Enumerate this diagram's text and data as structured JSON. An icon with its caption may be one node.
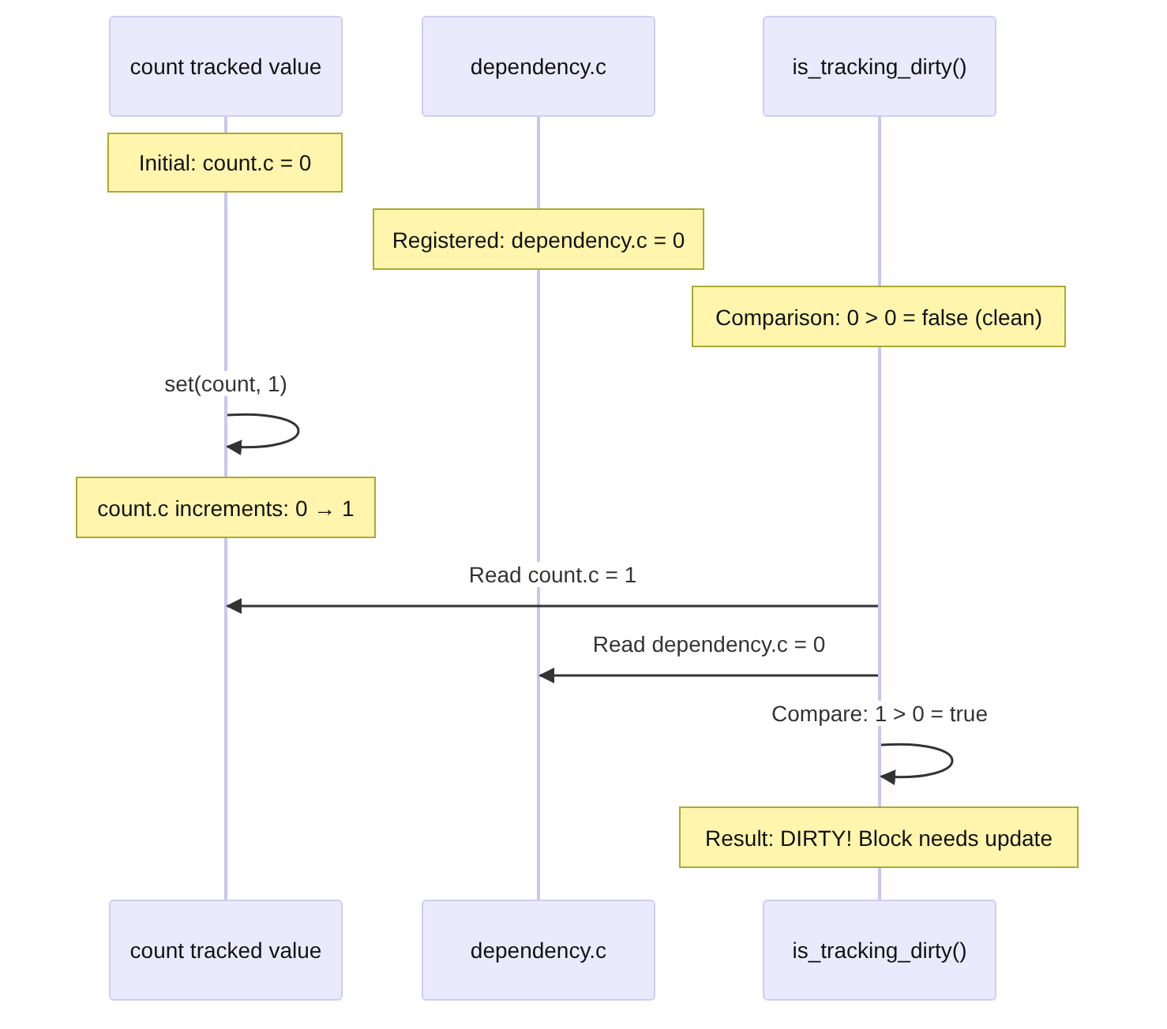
{
  "diagram": {
    "nodes": [
      {
        "text": [
          "count tracked value"
        ]
      },
      {
        "text": [
          "dependency.c"
        ]
      },
      {
        "text": [
          "is_tracking_dirty()"
        ]
      },
      {
        "text": [
          "Initial: count.c = 0"
        ]
      },
      {
        "text": [
          "Registered: dependency.c = 0"
        ]
      },
      {
        "text": [
          "Comparison: 0 > 0 = false (clean)"
        ]
      },
      {
        "text": [
          "count.c increments: 0 → 1"
        ]
      },
      {
        "text": [
          "Result: DIRTY! Block needs update"
        ]
      },
      {
        "text": [
          "count tracked value"
        ]
      },
      {
        "text": [
          "dependency.c"
        ]
      },
      {
        "text": [
          "is_tracking_dirty()"
        ]
      },
      {
        "text": [],
        "shape": "bar"
      },
      {
        "text": [],
        "shape": "bar"
      },
      {
        "text": [],
        "shape": "bar"
      },
      {
        "text": [],
        "shape": "bar"
      },
      {
        "text": [],
        "shape": "bar"
      },
      {
        "text": [],
        "shape": "bar"
      },
      {
        "text": [],
        "shape": "bar"
      },
      {
        "text": [],
        "shape": "bar"
      }
    ],
    "edges": [
      {
        "from": 12,
        "to": 12,
        "arrow": "to",
        "label": "set(count, 1)"
      },
      {
        "from": 17,
        "to": 13,
        "arrow": "to",
        "label": "Read count.c = 1"
      },
      {
        "from": 17,
        "to": 15,
        "arrow": "to",
        "label": "Read dependency.c = 0"
      },
      {
        "from": 17,
        "to": 17,
        "arrow": "to",
        "label": "Compare: 1 > 0 = true"
      }
    ]
  }
}
